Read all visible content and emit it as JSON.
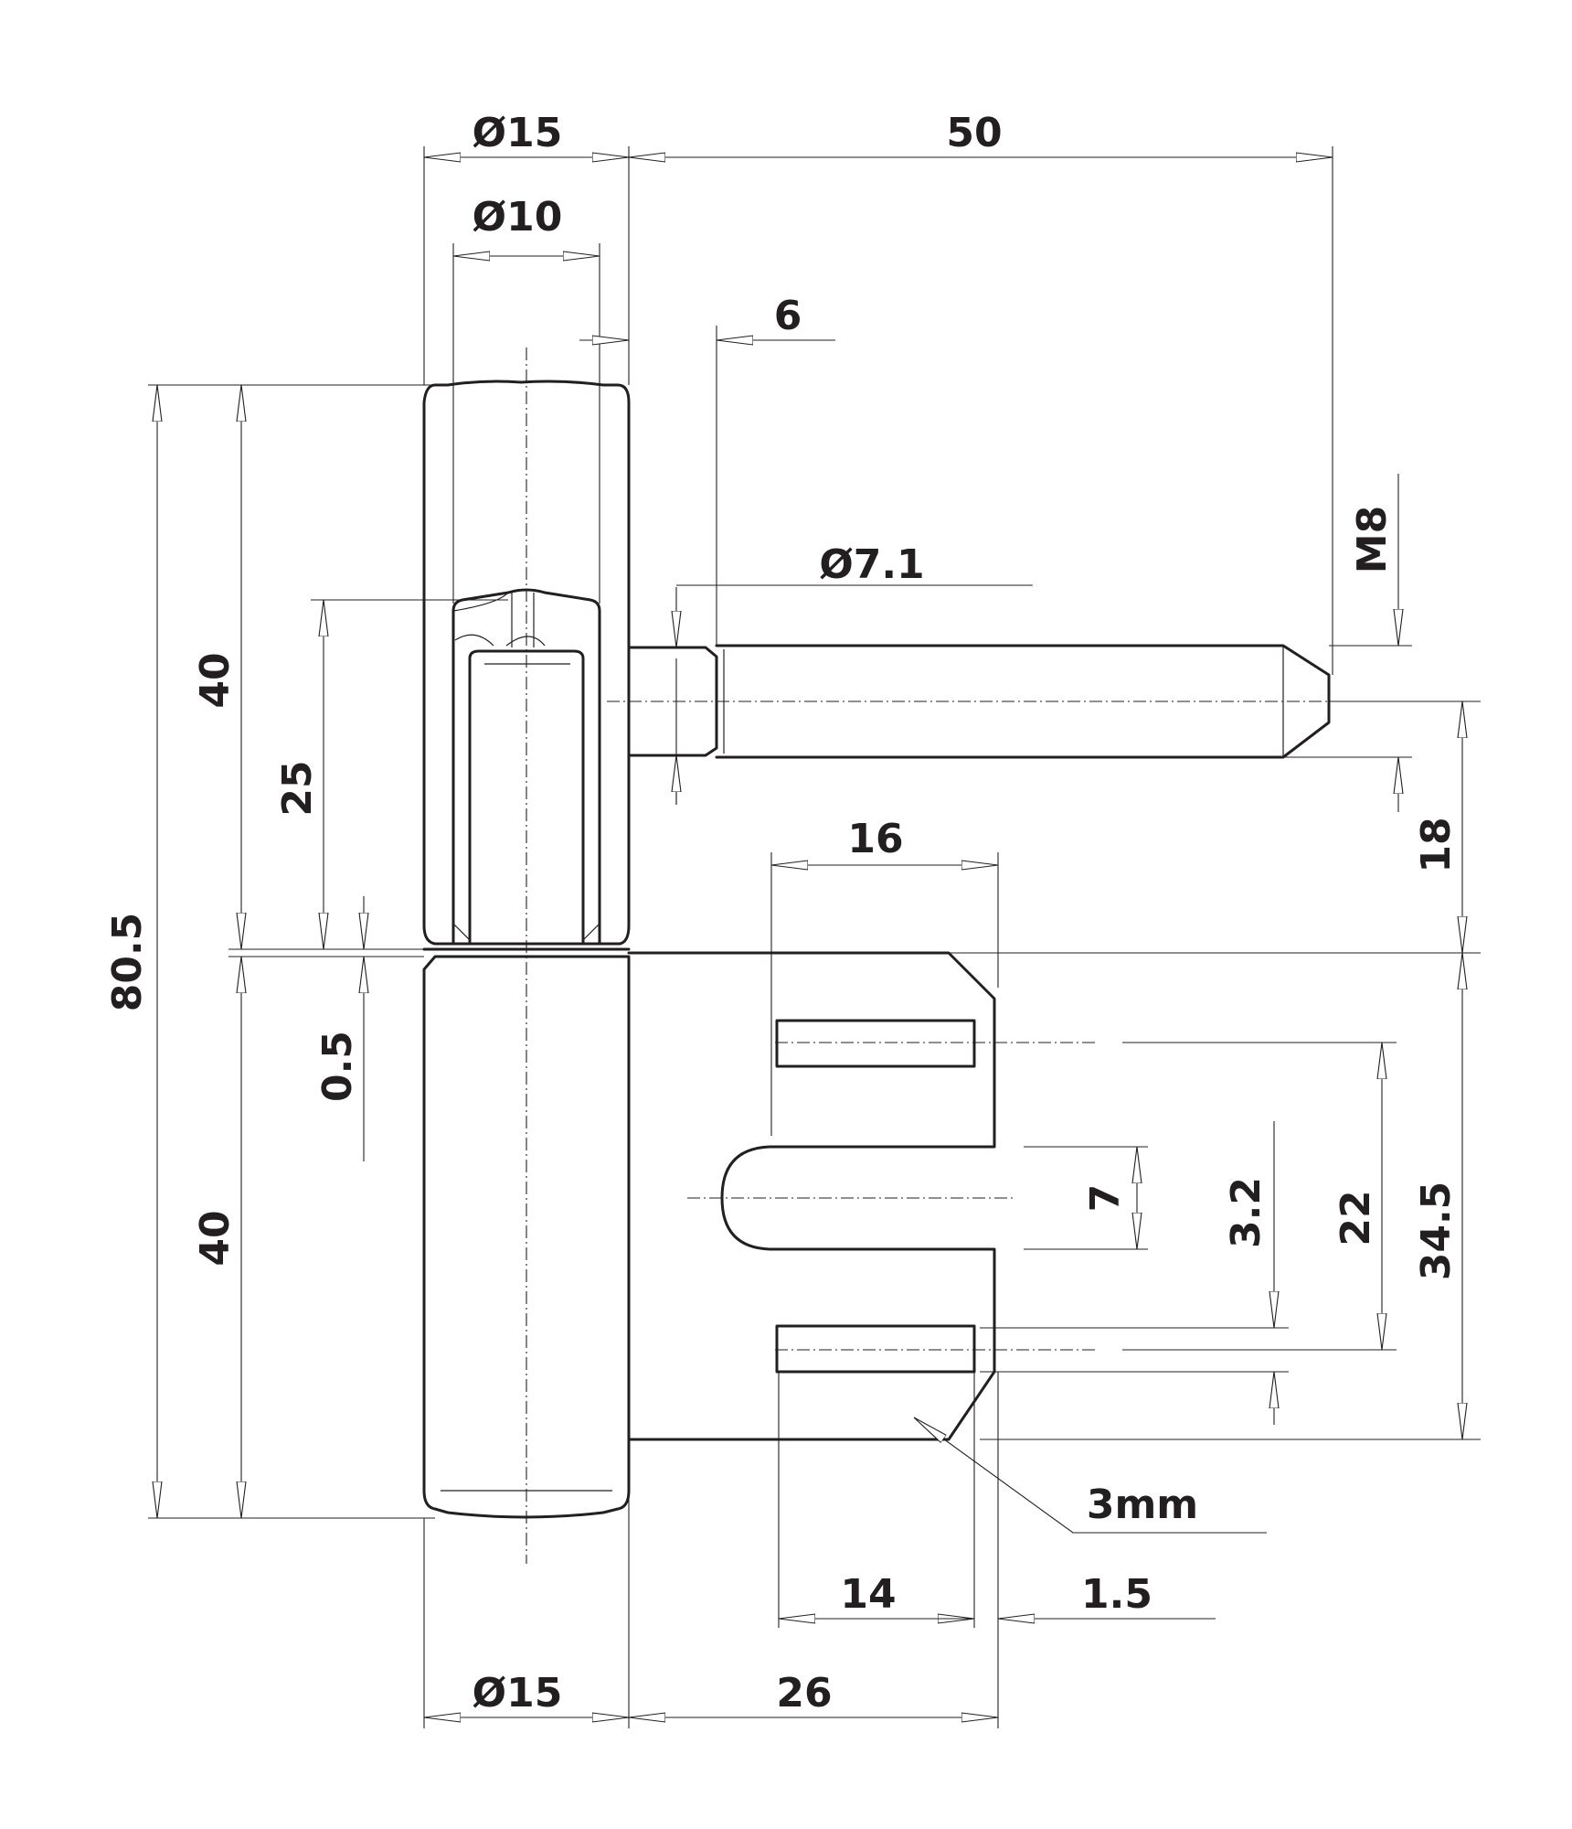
{
  "dimensions": {
    "top_outer_diameter": "Ø15",
    "top_width": "50",
    "inner_diameter": "Ø10",
    "pin_shoulder": "6",
    "pin_diameter": "Ø7.1",
    "thread": "M8",
    "total_height": "80.5",
    "upper_height": "40",
    "pin_depth": "25",
    "gap": "0.5",
    "lower_height": "40",
    "plate_width": "16",
    "pin_offset": "18",
    "slot_width": "7",
    "hole_width": "3.2",
    "hole_spacing": "22",
    "plate_height": "34.5",
    "chamfer": "3mm",
    "hole_length": "14",
    "plate_thickness": "1.5",
    "bottom_outer_diameter": "Ø15",
    "plate_length": "26"
  }
}
